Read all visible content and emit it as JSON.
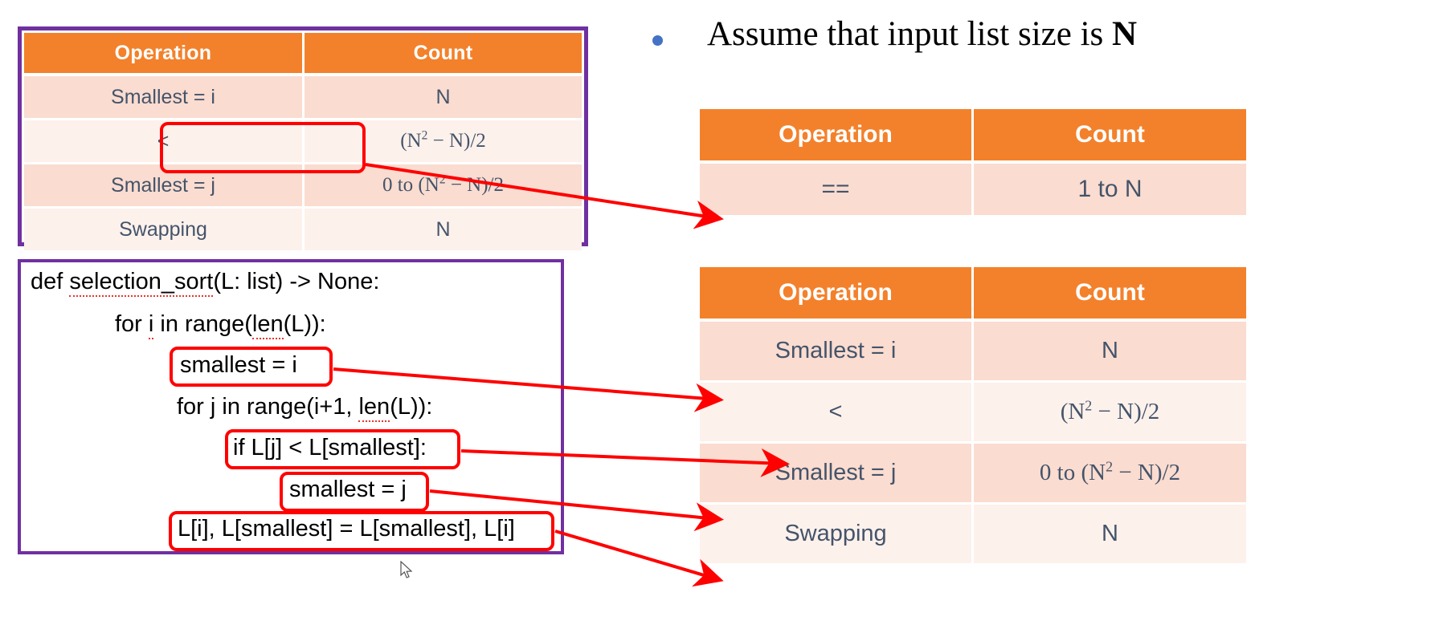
{
  "slide": {
    "bullet": {
      "marker": "bullet-dot",
      "text_plain": "Assume that input list size is N",
      "text_before": "Assume that input list size is ",
      "emphasis": "N"
    }
  },
  "tables": {
    "top_left": {
      "headers": [
        "Operation",
        "Count"
      ],
      "rows": [
        {
          "operation": "Smallest = i",
          "count": "N"
        },
        {
          "operation": "<",
          "count": "(N2 − N)/2",
          "count_base": "(N",
          "count_sup": "2",
          "count_tail": " − N)/2"
        },
        {
          "operation": "Smallest = j",
          "count": "0 to (N2 − N)/2",
          "count_base": "0 to (N",
          "count_sup": "2",
          "count_tail": " − N)/2"
        },
        {
          "operation": "Swapping",
          "count": "N"
        }
      ]
    },
    "right_top": {
      "headers": [
        "Operation",
        "Count"
      ],
      "rows": [
        {
          "operation": "==",
          "count": "1 to N"
        }
      ]
    },
    "right_bottom": {
      "headers": [
        "Operation",
        "Count"
      ],
      "rows": [
        {
          "operation": "Smallest = i",
          "count": "N"
        },
        {
          "operation": "<",
          "count": "(N2 − N)/2",
          "count_base": "(N",
          "count_sup": "2",
          "count_tail": " − N)/2"
        },
        {
          "operation": "Smallest = j",
          "count": "0 to (N2 − N)/2",
          "count_base": "0 to (N",
          "count_sup": "2",
          "count_tail": " − N)/2"
        },
        {
          "operation": "Swapping",
          "count": "N"
        }
      ]
    }
  },
  "code": {
    "lines": [
      {
        "text": "def selection_sort(L: list) -> None:",
        "seg1": "def ",
        "seg_underlined": "selection_sort",
        "seg2": "(L: list) -> None:"
      },
      {
        "text": "for i in range(len(L)):",
        "seg1": "for ",
        "seg_underlined": "i",
        "seg2": " in range(",
        "seg_underlined2": "len",
        "seg3": "(L)):"
      },
      {
        "text": "smallest = i",
        "highlighted": true
      },
      {
        "text": "for j in range(i+1, len(L)):",
        "seg1": "for j in range(i+1, ",
        "seg_underlined": "len",
        "seg2": "(L)):"
      },
      {
        "text": "if L[j] < L[smallest]:",
        "highlighted": true
      },
      {
        "text": "smallest = j",
        "highlighted": true
      },
      {
        "text": "L[i], L[smallest] = L[smallest], L[i]",
        "highlighted": true
      }
    ]
  },
  "colors": {
    "header_orange": "#F3812B",
    "row_dark": "#FADCD0",
    "row_light": "#FDF1EC",
    "text_slate": "#44546A",
    "frame_purple": "#7030A0",
    "annotation_red": "#FF0000",
    "bullet_blue": "#4472C4",
    "code_black": "#000000",
    "background": "#FFFFFF"
  },
  "annotations": {
    "arrow_count": 5,
    "highlight_box_count": 5,
    "description": "red rounded highlight boxes with arrows linking code lines and the '<' operation row to table rows"
  }
}
